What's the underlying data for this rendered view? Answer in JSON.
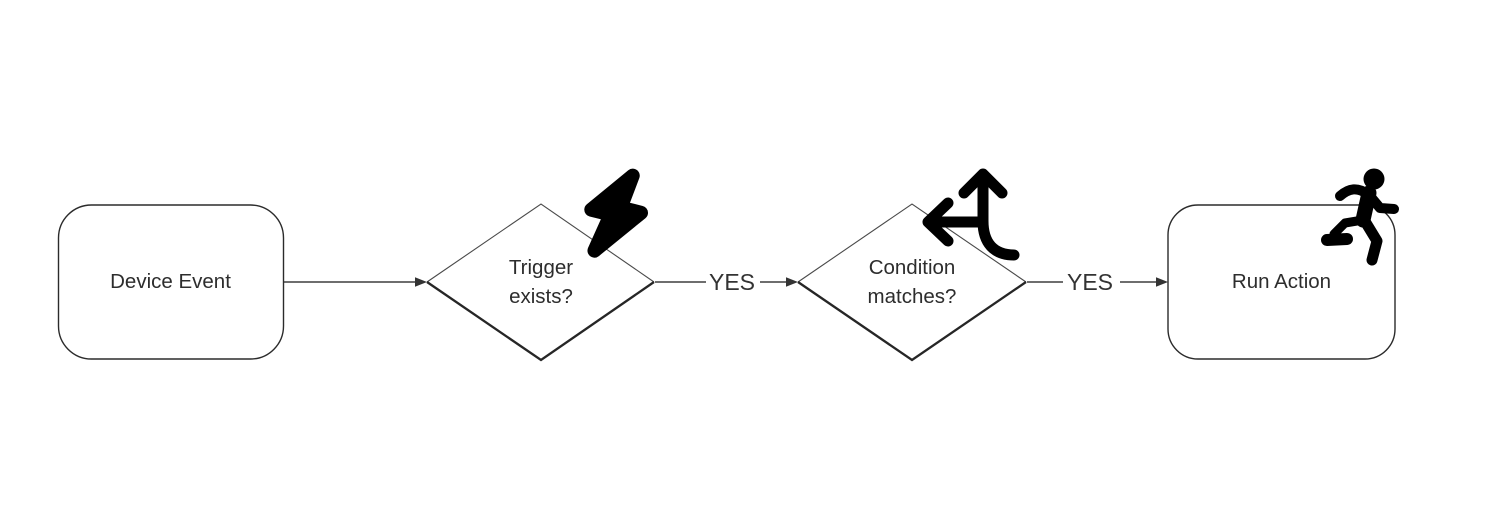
{
  "page": {
    "background": "#ffffff"
  },
  "flowchart": {
    "nodes": [
      {
        "id": "device-event",
        "shape": "rounded-rectangle",
        "label": "Device Event",
        "icon": null
      },
      {
        "id": "trigger-exists",
        "shape": "diamond",
        "label": "Trigger exists?",
        "icon": "lightning-bolt-icon"
      },
      {
        "id": "condition-matches",
        "shape": "diamond",
        "label": "Condition matches?",
        "icon": "arrows-split-up-left-icon"
      },
      {
        "id": "run-action",
        "shape": "rounded-rectangle",
        "label": "Run Action",
        "icon": "person-running-icon"
      }
    ],
    "edges": [
      {
        "from": "device-event",
        "to": "trigger-exists",
        "label": ""
      },
      {
        "from": "trigger-exists",
        "to": "condition-matches",
        "label": "YES"
      },
      {
        "from": "condition-matches",
        "to": "run-action",
        "label": "YES"
      }
    ],
    "colors": {
      "background": "#ffffff",
      "shape_fill": "#ffffff",
      "shape_stroke": "#2b2b2b",
      "edge_stroke": "#3f3f3f",
      "text": "#2d2d2d",
      "icon": "#000000"
    }
  }
}
